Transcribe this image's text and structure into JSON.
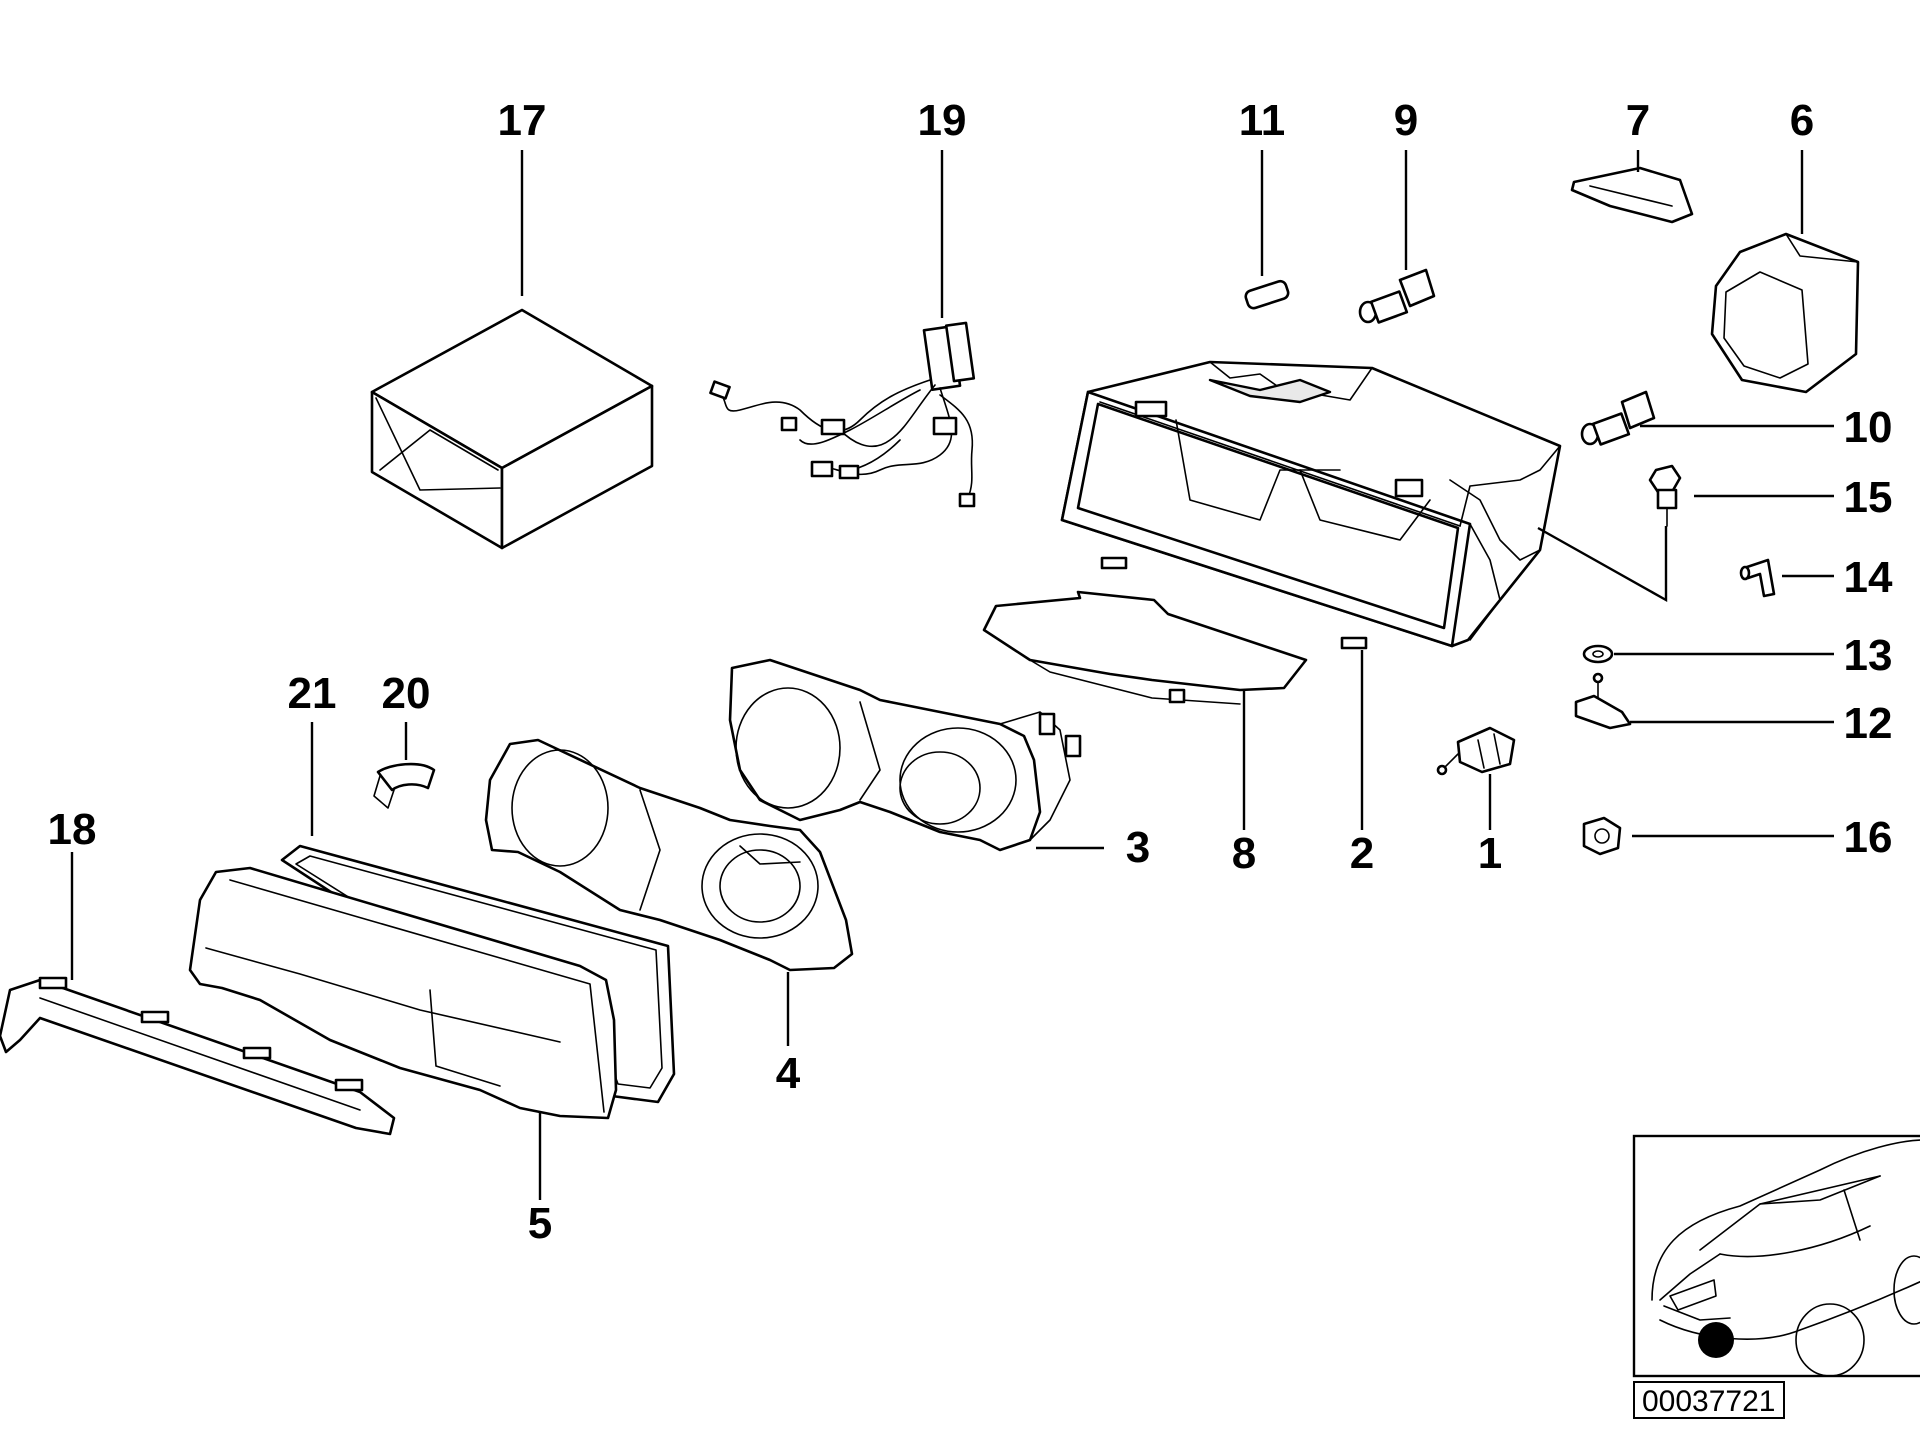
{
  "callouts": {
    "c1": "1",
    "c2": "2",
    "c3": "3",
    "c4": "4",
    "c5": "5",
    "c6": "6",
    "c7": "7",
    "c8": "8",
    "c9": "9",
    "c10": "10",
    "c11": "11",
    "c12": "12",
    "c13": "13",
    "c14": "14",
    "c15": "15",
    "c16": "16",
    "c17": "17",
    "c18": "18",
    "c19": "19",
    "c20": "20",
    "c21": "21"
  },
  "diagram_id": "00037721",
  "colors": {
    "line": "#000000",
    "background": "#ffffff",
    "locator_dot": "#000000"
  }
}
